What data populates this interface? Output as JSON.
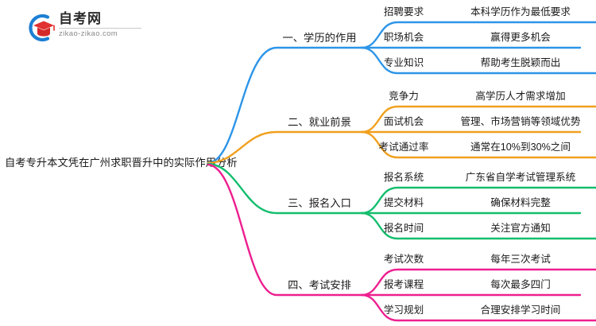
{
  "logo": {
    "mark_icon": "graduation-cap-in-circle-icon",
    "title": "自考网",
    "url": "zikao-zikao.com",
    "arc_color": "#1C7FD4",
    "cap_color": "#E03030"
  },
  "mindmap": {
    "root": "自考专升本文凭在广州求职晋升中的实际作用分析",
    "branches": [
      {
        "label": "一、学历的作用",
        "color": "#2D95E8",
        "items": [
          {
            "key": "招聘要求",
            "value": "本科学历作为最低要求"
          },
          {
            "key": "职场机会",
            "value": "赢得更多机会"
          },
          {
            "key": "专业知识",
            "value": "帮助考生脱颖而出"
          }
        ]
      },
      {
        "label": "二、就业前景",
        "color": "#F0A01E",
        "items": [
          {
            "key": "竞争力",
            "value": "高学历人才需求增加"
          },
          {
            "key": "面试机会",
            "value": "管理、市场营销等领域优势"
          },
          {
            "key": "考试通过率",
            "value": "通常在10%到30%之间"
          }
        ]
      },
      {
        "label": "三、报名入口",
        "color": "#14BE6E",
        "items": [
          {
            "key": "报名系统",
            "value": "广东省自学考试管理系统"
          },
          {
            "key": "提交材料",
            "value": "确保材料完整"
          },
          {
            "key": "报名时间",
            "value": "关注官方通知"
          }
        ]
      },
      {
        "label": "四、考试安排",
        "color": "#ED1F8F",
        "items": [
          {
            "key": "考试次数",
            "value": "每年三次考试"
          },
          {
            "key": "报考课程",
            "value": "每次最多四门"
          },
          {
            "key": "学习规划",
            "value": "合理安排学习时间"
          }
        ]
      }
    ]
  }
}
